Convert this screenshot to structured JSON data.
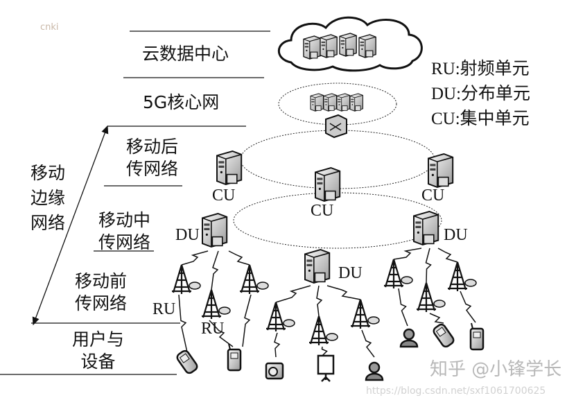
{
  "watermark_top": "cnki",
  "layers": {
    "cloud": "云数据中心",
    "core": "5G核心网",
    "backhaul": [
      "移动后",
      "传网络"
    ],
    "edge": [
      "移动",
      "边缘",
      "网络"
    ],
    "midhaul": [
      "移动中",
      "传网络"
    ],
    "fronthaul": [
      "移动前",
      "传网络"
    ],
    "users": [
      "用户与",
      "设备"
    ]
  },
  "legend": [
    "RU:射频单元",
    "DU:分布单元",
    "CU:集中单元"
  ],
  "node_labels": {
    "cu": "CU",
    "du": "DU",
    "ru": "RU"
  },
  "watermark": {
    "zhihu": "知乎 @小锋学长",
    "url": "https://blog.csdn.net/sxf1061700625"
  },
  "icons": [
    "cloud-icon",
    "server-icon",
    "router-icon",
    "tower-icon",
    "phone-icon",
    "pda-icon",
    "camera-icon",
    "screen-icon",
    "user-icon"
  ]
}
